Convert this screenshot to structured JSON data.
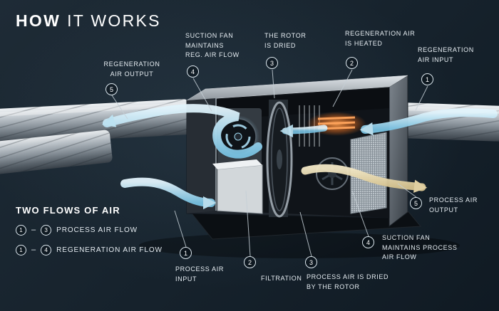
{
  "title": {
    "part1": "HOW",
    "part2": "IT WORKS"
  },
  "callouts": {
    "reg_air_output": {
      "num": "5",
      "label": "REGENERATION\nAIR OUTPUT"
    },
    "suction_fan_reg": {
      "num": "4",
      "label": "SUCTION FAN\nMAINTAINS\nREG. AIR FLOW"
    },
    "rotor_dried": {
      "num": "3",
      "label": "THE ROTOR\nIS DRIED"
    },
    "reg_air_heated": {
      "num": "2",
      "label": "REGENERATION AIR\nIS HEATED"
    },
    "reg_air_input": {
      "num": "1",
      "label": "REGENERATION\nAIR INPUT"
    },
    "process_air_output": {
      "num": "5",
      "label": "PROCESS AIR\nOUTPUT"
    },
    "suction_fan_process": {
      "num": "4",
      "label": "SUCTION FAN\nMAINTAINS PROCESS\nAIR FLOW"
    },
    "process_air_dried": {
      "num": "3",
      "label": "PROCESS AIR IS DRIED\nBY THE ROTOR"
    },
    "filtration": {
      "num": "2",
      "label": "FILTRATION"
    },
    "process_air_input": {
      "num": "1",
      "label": "PROCESS AIR\nINPUT"
    }
  },
  "legend": {
    "heading": "TWO FLOWS OF AIR",
    "rows": [
      {
        "from": "1",
        "dash": "–",
        "to": "3",
        "label": "PROCESS AIR FLOW"
      },
      {
        "from": "1",
        "dash": "–",
        "to": "4",
        "label": "REGENERATION AIR FLOW"
      }
    ]
  },
  "colors": {
    "background": "#16222c",
    "text": "#e6edf2",
    "badge_ring": "#dce7ee",
    "flow_blue": "#8fd0ec",
    "flow_beige": "#e8d8ab",
    "heater_orange": "#f08c3a",
    "machine_gray": "#8d959c"
  }
}
